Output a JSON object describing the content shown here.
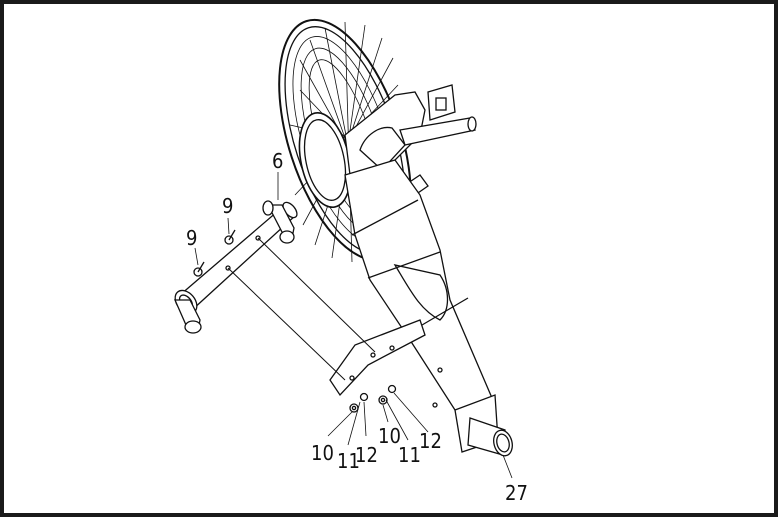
{
  "diagram": {
    "callouts": [
      {
        "id": "c6",
        "text": "6"
      },
      {
        "id": "c9a",
        "text": "9"
      },
      {
        "id": "c9b",
        "text": "9"
      },
      {
        "id": "c10a",
        "text": "10"
      },
      {
        "id": "c11a",
        "text": "11"
      },
      {
        "id": "c12a",
        "text": "12"
      },
      {
        "id": "c10b",
        "text": "10"
      },
      {
        "id": "c11b",
        "text": "11"
      },
      {
        "id": "c12b",
        "text": "12"
      },
      {
        "id": "c27",
        "text": "27"
      }
    ]
  }
}
